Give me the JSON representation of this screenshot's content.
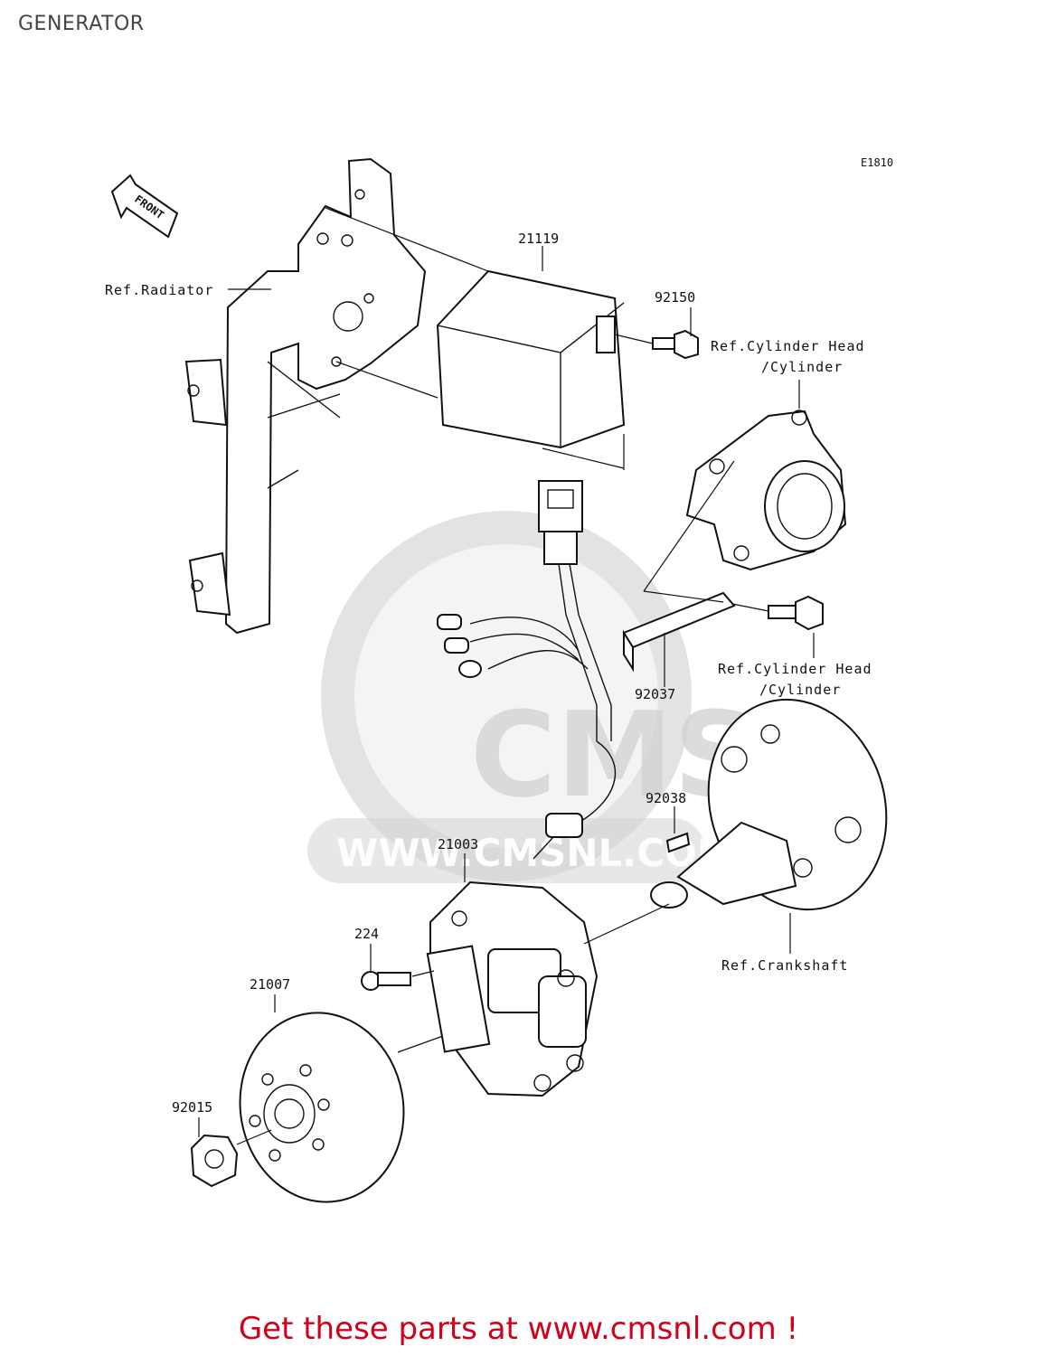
{
  "page": {
    "title": "GENERATOR",
    "footer_cta": "Get these parts at www.cmsnl.com !"
  },
  "diagram": {
    "code": "E1810",
    "front_indicator": "FRONT",
    "watermark": {
      "brand": "CMS",
      "url": "WWW.CMSNL.COM"
    },
    "part_numbers": {
      "ignition_unit": "21119",
      "bolt_upper": "92150",
      "holder_plate": "92037",
      "key": "92038",
      "stator": "21003",
      "screw": "224",
      "flywheel": "21007",
      "nut": "92015"
    },
    "references": {
      "radiator": "Ref.Radiator",
      "cyl_head_top_1": "Ref.Cylinder Head",
      "cyl_head_top_2": "/Cylinder",
      "cyl_head_bottom_1": "Ref.Cylinder Head",
      "cyl_head_bottom_2": "/Cylinder",
      "crankshaft": "Ref.Crankshaft"
    }
  },
  "colors": {
    "line": "#111111",
    "watermark": "#d9d9d9",
    "cta": "#d0021b",
    "title": "#444444"
  },
  "icons": {
    "front_arrow": "front-arrow-icon"
  }
}
